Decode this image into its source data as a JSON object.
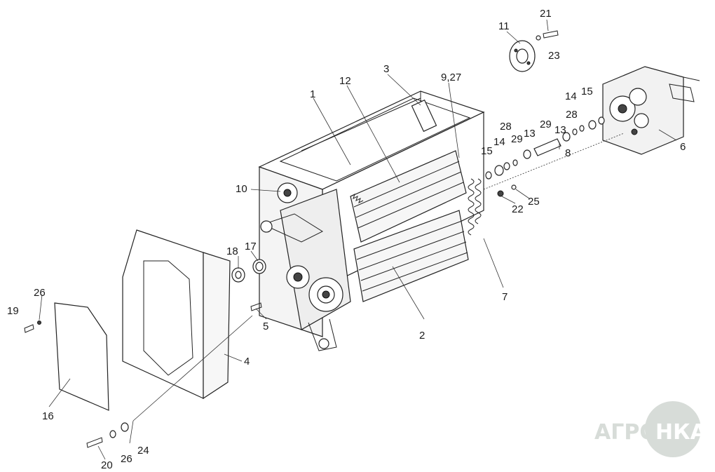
{
  "diagram": {
    "callouts": {
      "c1": "1",
      "c2": "2",
      "c3": "3",
      "c4": "4",
      "c5": "5",
      "c6": "6",
      "c7": "7",
      "c8": "8",
      "c9_27": "9,27",
      "c10": "10",
      "c11": "11",
      "c12": "12",
      "c13a": "13",
      "c13b": "13",
      "c14a": "14",
      "c14b": "14",
      "c15a": "15",
      "c15b": "15",
      "c16": "16",
      "c17": "17",
      "c18": "18",
      "c19": "19",
      "c20": "20",
      "c21": "21",
      "c22": "22",
      "c23": "23",
      "c24": "24",
      "c25": "25",
      "c26a": "26",
      "c26b": "26",
      "c28a": "28",
      "c28b": "28",
      "c29a": "29",
      "c29b": "29"
    }
  },
  "watermark": {
    "text_left": "АГРО",
    "text_right": "НКА",
    "color": "#c9d3cc"
  }
}
